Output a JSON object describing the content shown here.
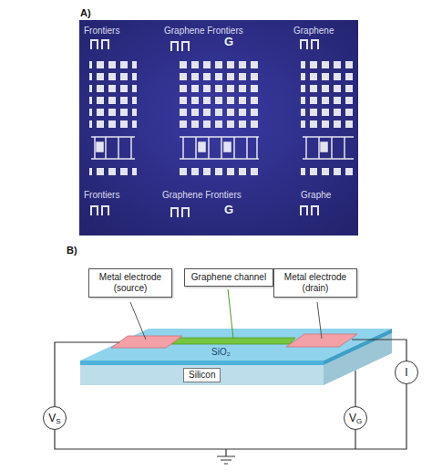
{
  "diagram": {
    "nodes": [
      {
        "text": [
          "Metal electrode (source)"
        ]
      },
      {
        "text": [
          "Graphene channel"
        ]
      },
      {
        "text": [
          "Metal electrode (drain)"
        ]
      },
      {
        "text": [
          "Silicon"
        ]
      },
      {
        "text": [
          "I"
        ]
      },
      {
        "text": [
          "V",
          "S"
        ]
      },
      {
        "text": [
          "V",
          "G"
        ]
      }
    ],
    "labels": [
      "A)",
      "Frontiers",
      "Graphene Frontiers",
      "Graphene",
      "G",
      "Frontiers",
      "Graphene Frontiers",
      "Graphe",
      "G",
      "B)",
      "SiO₂"
    ]
  }
}
